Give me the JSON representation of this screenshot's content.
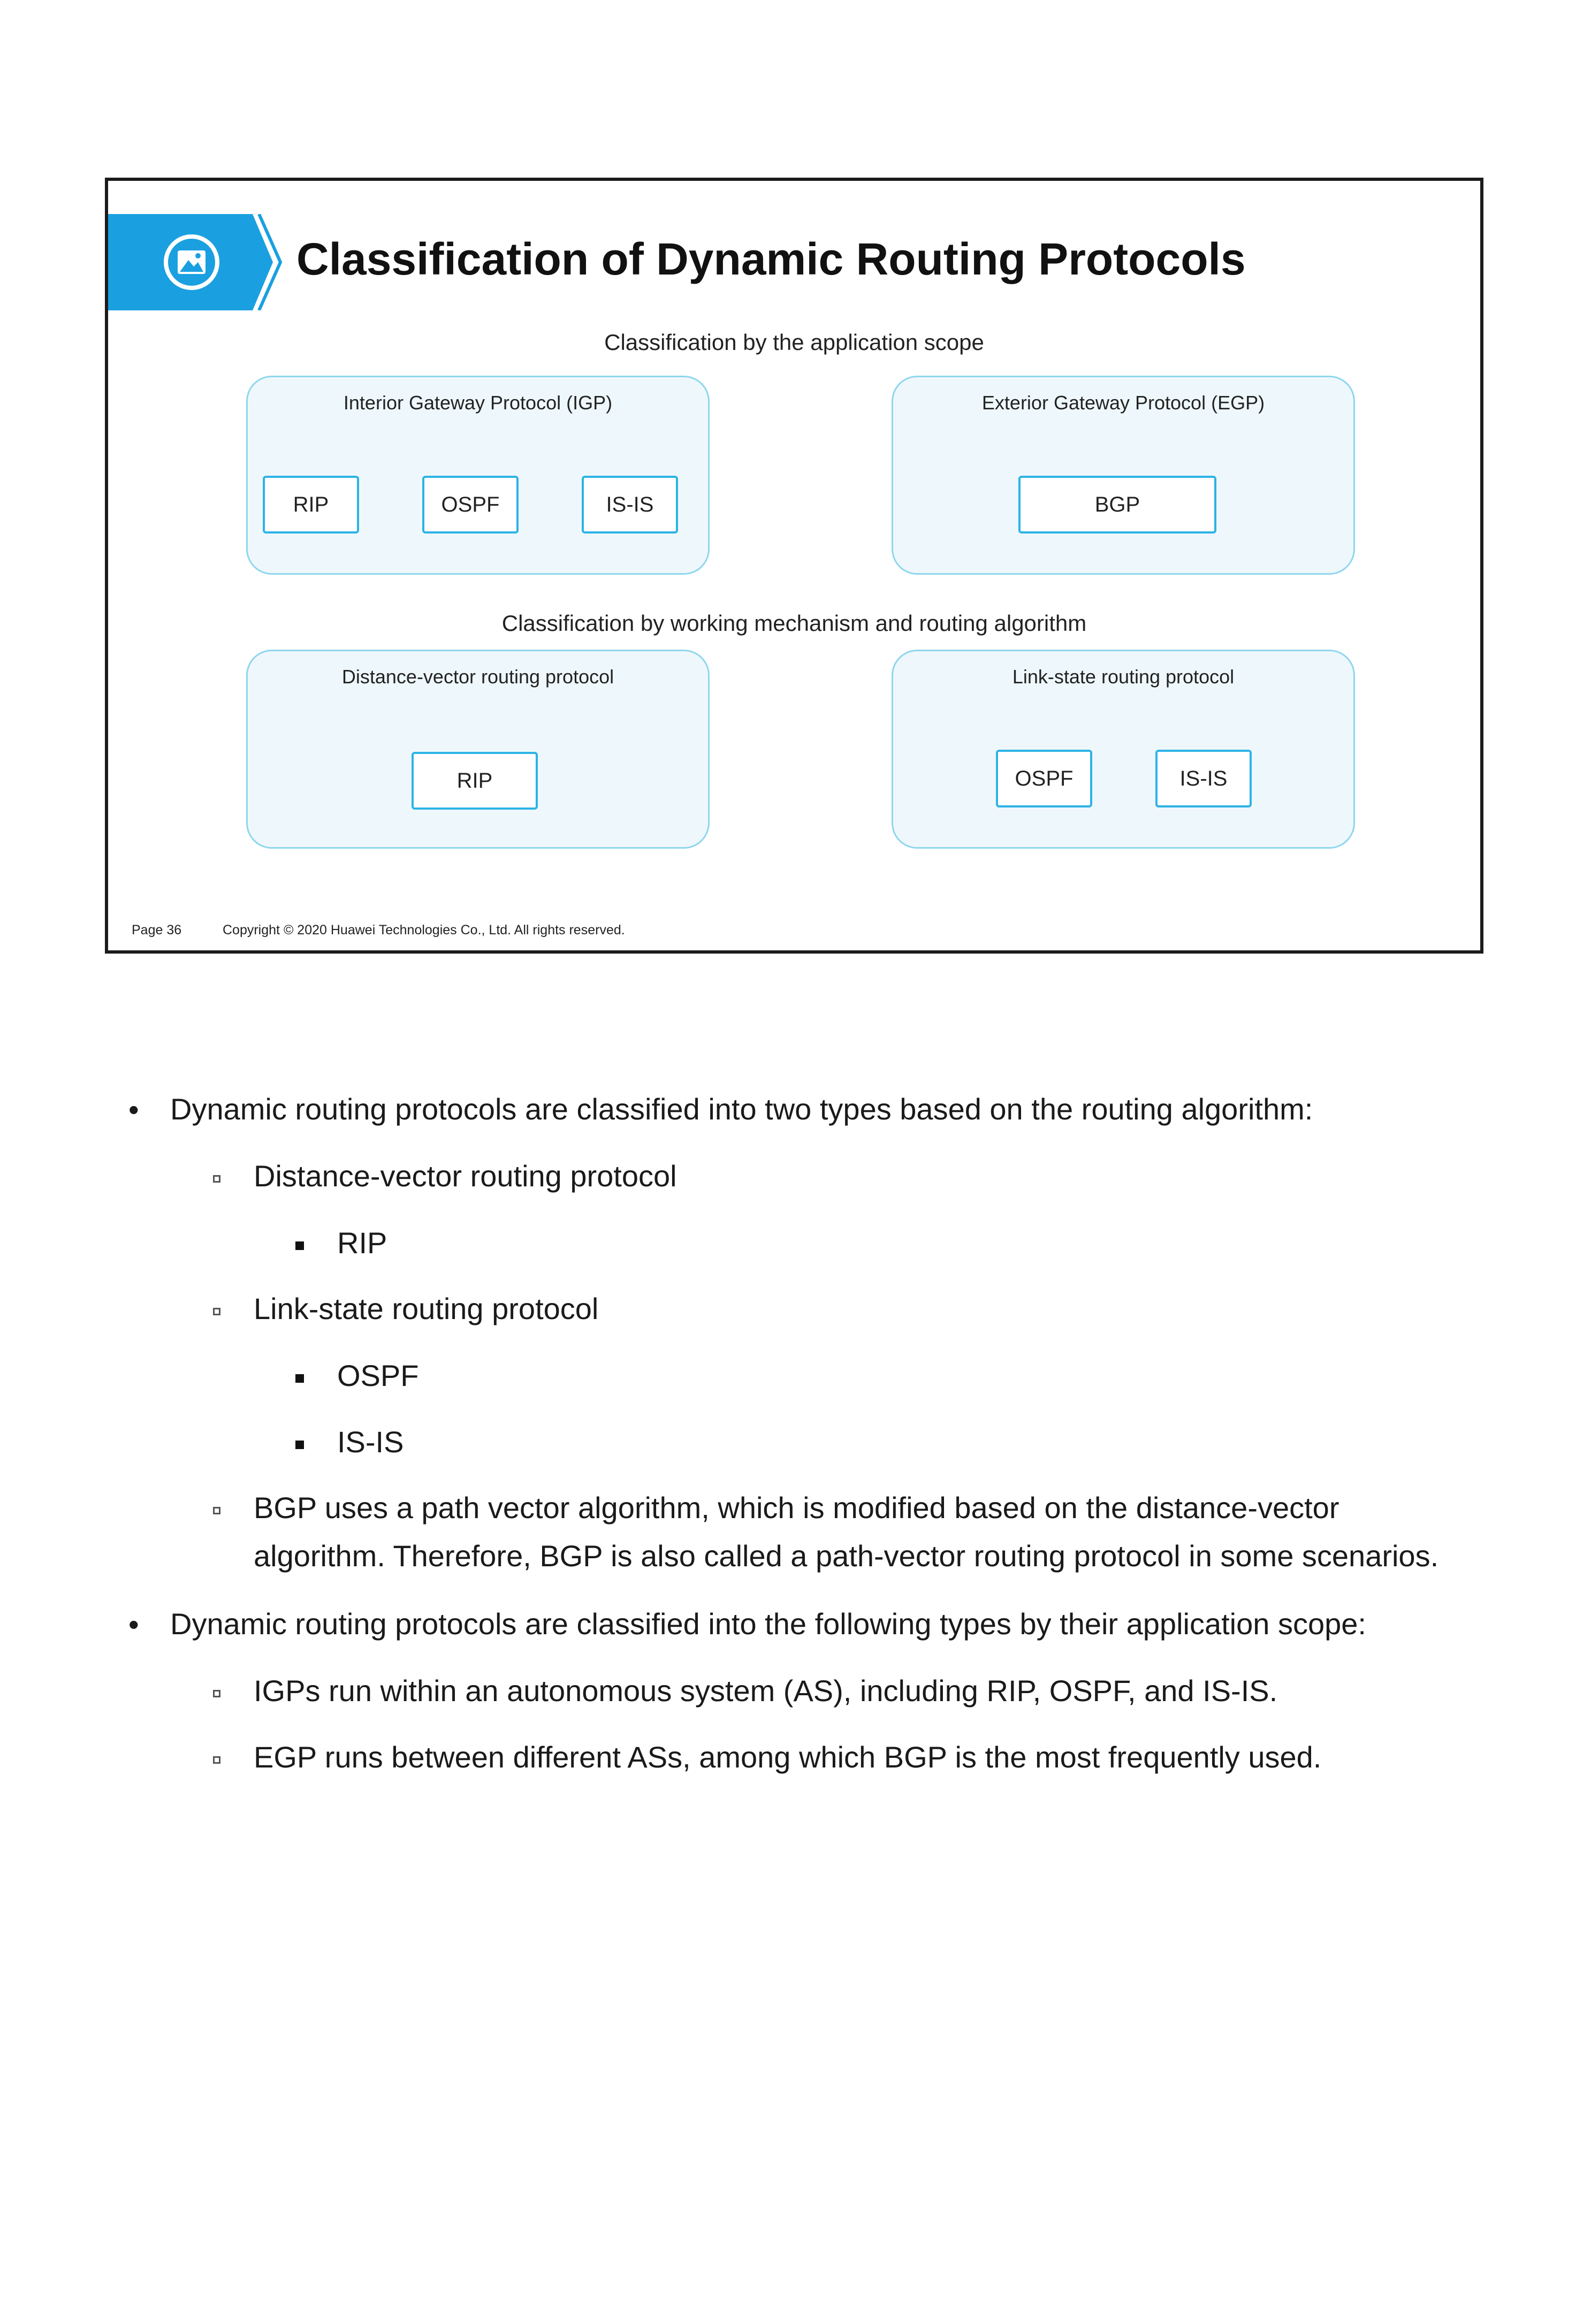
{
  "slide": {
    "title": "Classification of Dynamic Routing Protocols",
    "icon": "image-icon",
    "accent_color": "#1aa0e0",
    "box_border_color": "#8fd6ee",
    "box_fill_color": "#eef8fc",
    "button_border_color": "#2db3e6",
    "scope_section": {
      "caption": "Classification by the application scope",
      "igp": {
        "label": "Interior Gateway Protocol (IGP)",
        "items": [
          "RIP",
          "OSPF",
          "IS-IS"
        ]
      },
      "egp": {
        "label": "Exterior Gateway Protocol (EGP)",
        "items": [
          "BGP"
        ]
      }
    },
    "mechanism_section": {
      "caption": "Classification by working mechanism and routing algorithm",
      "distance_vector": {
        "label": "Distance-vector routing protocol",
        "items": [
          "RIP"
        ]
      },
      "link_state": {
        "label": "Link-state routing protocol",
        "items": [
          "OSPF",
          "IS-IS"
        ]
      }
    },
    "footer": {
      "page": "Page 36",
      "copyright": "Copyright © 2020 Huawei Technologies Co., Ltd. All rights reserved."
    }
  },
  "body": {
    "b1": "Dynamic routing protocols are classified into two types based on the routing algorithm:",
    "b1_1": "Distance-vector routing protocol",
    "b1_1_1": "RIP",
    "b1_2": "Link-state routing protocol",
    "b1_2_1": "OSPF",
    "b1_2_2": "IS-IS",
    "b1_3_line1": "BGP uses a path vector algorithm, which is modified based on the distance-vector",
    "b1_3_line2": "algorithm. Therefore, BGP is also called a path-vector routing protocol in some scenarios.",
    "b2": "Dynamic routing protocols are classified into the following types by their application scope:",
    "b2_1": "IGPs run within an autonomous system (AS), including RIP, OSPF, and IS-IS.",
    "b2_2": "EGP runs between different ASs, among which BGP is the most frequently used."
  }
}
